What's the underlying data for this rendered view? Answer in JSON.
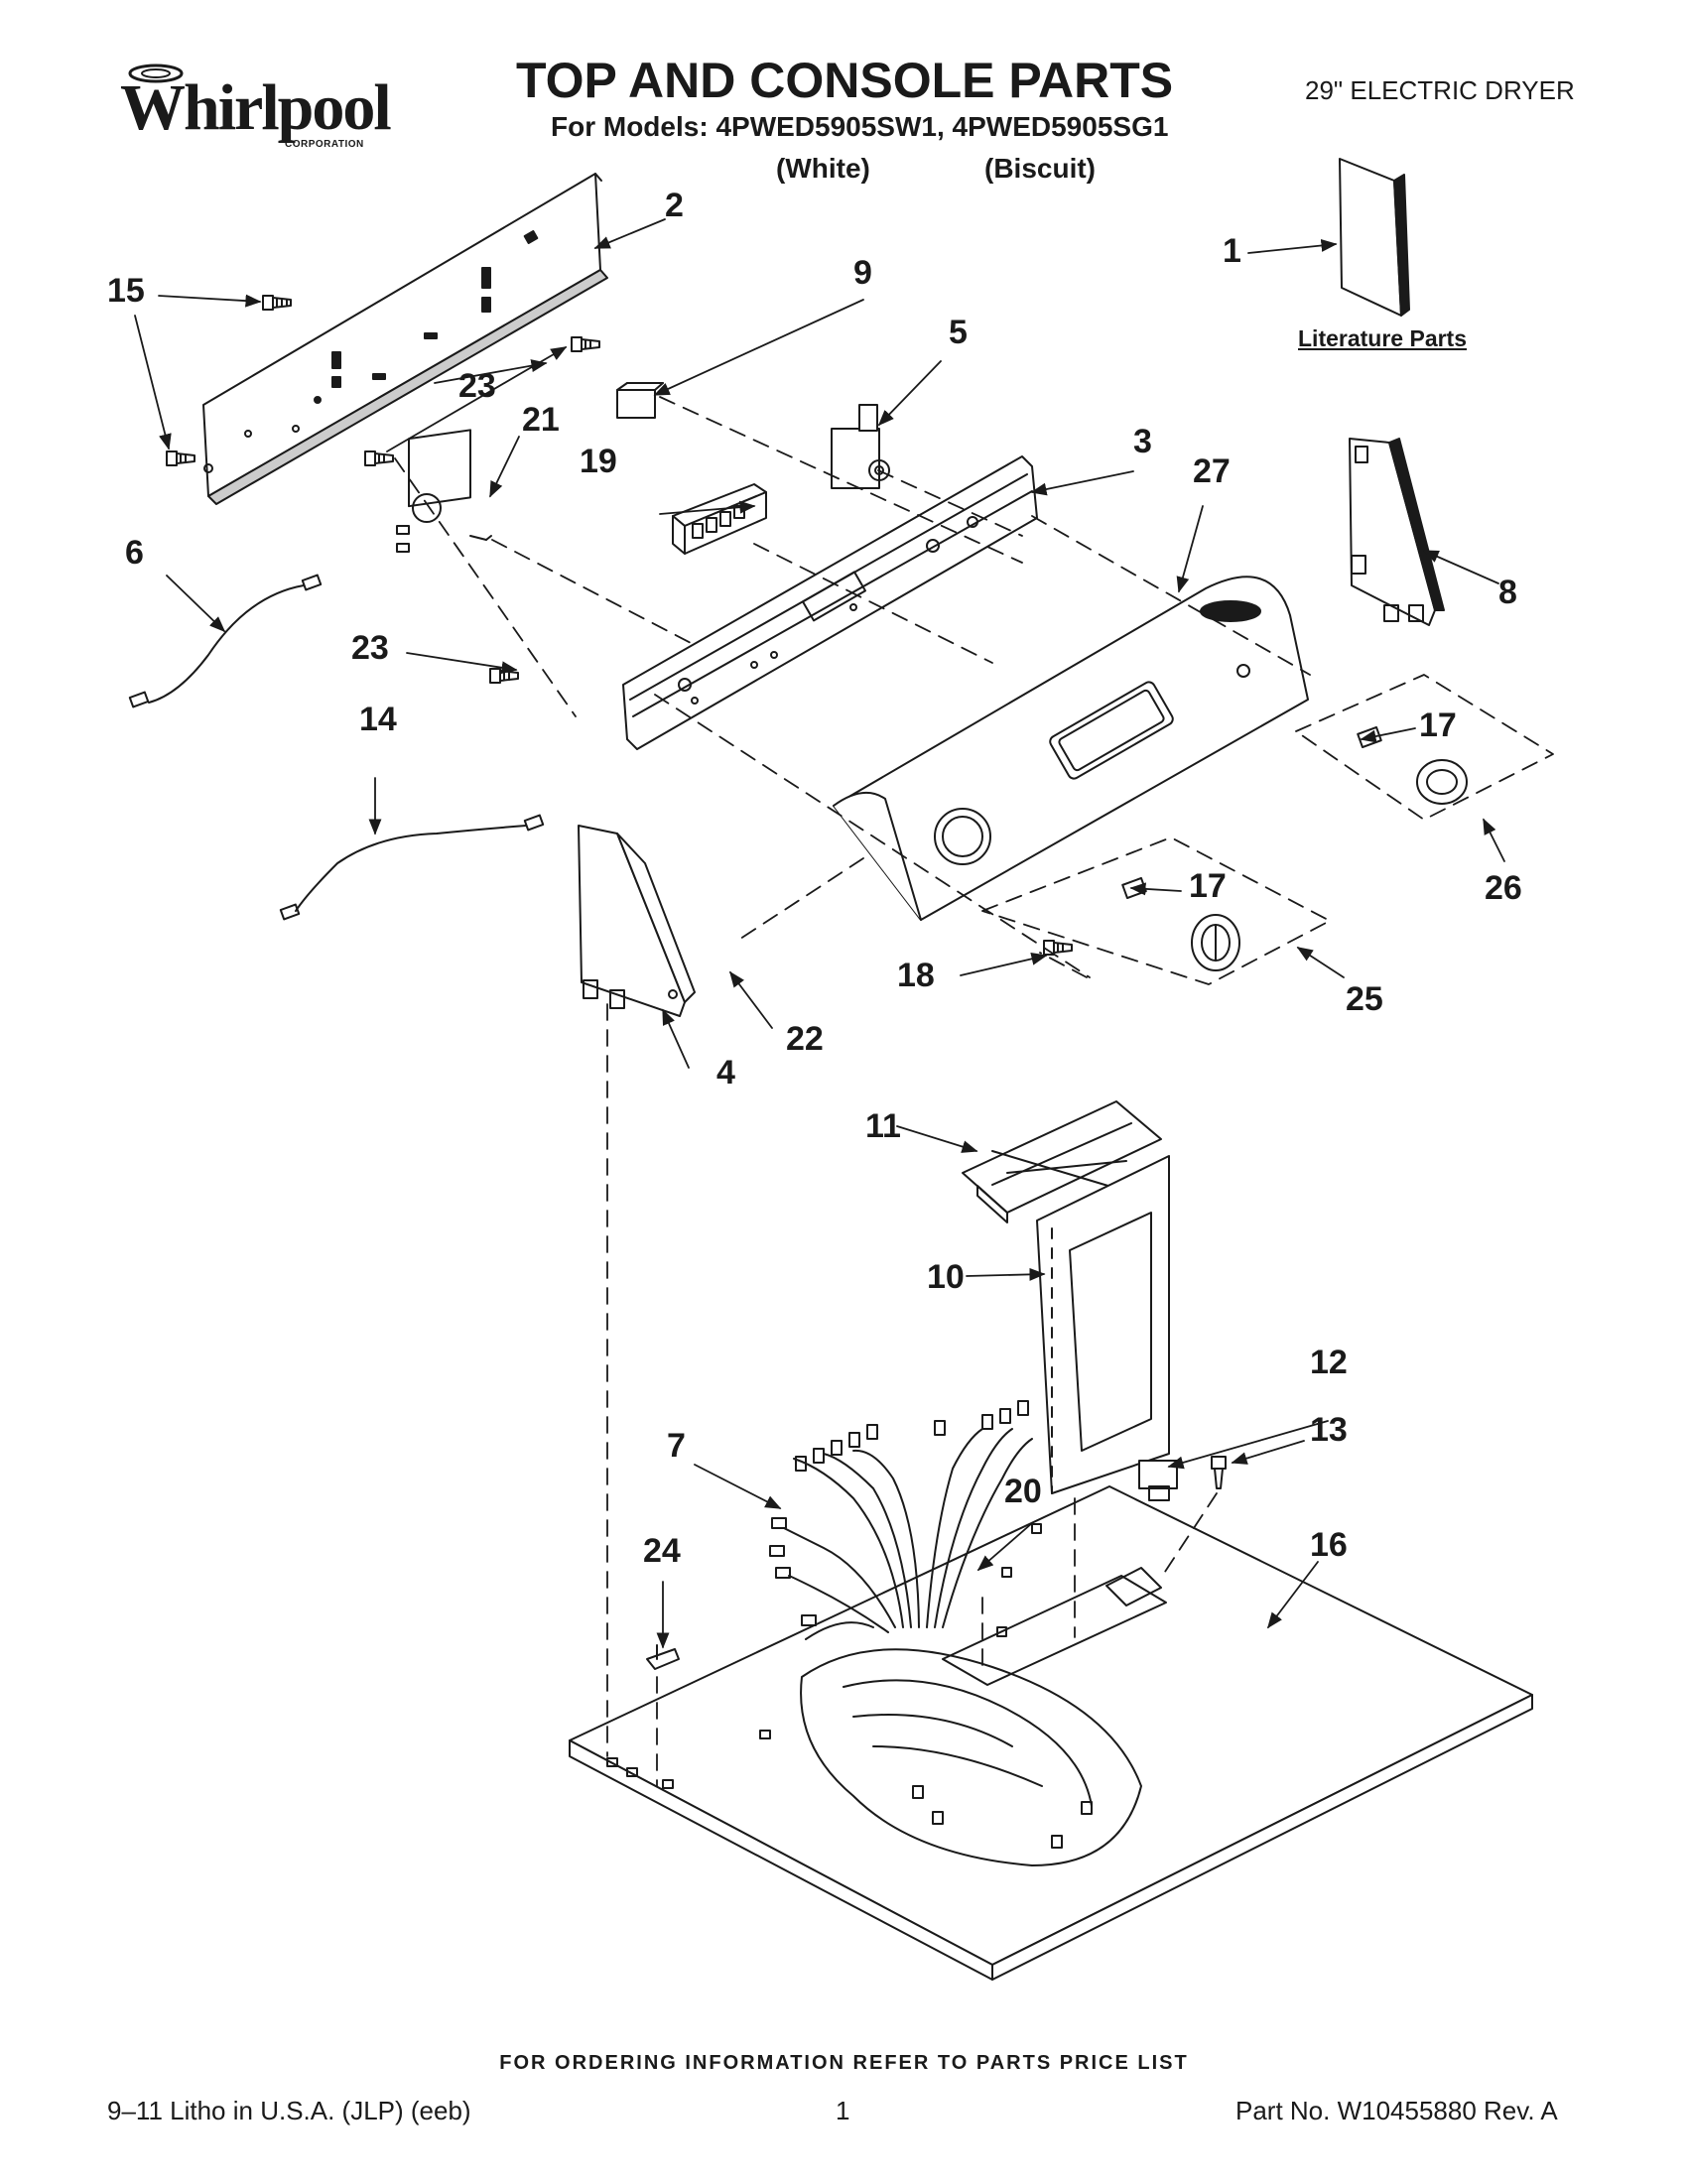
{
  "header": {
    "brand": "Whirlpool",
    "brand_sub": "CORPORATION",
    "title": "TOP AND CONSOLE PARTS",
    "subtitle": "For Models: 4PWED5905SW1, 4PWED5905SG1",
    "variants": [
      "(White)",
      "(Biscuit)"
    ],
    "product": "29\" ELECTRIC DRYER"
  },
  "literature_label": "Literature Parts",
  "callouts": [
    "1",
    "2",
    "3",
    "4",
    "5",
    "6",
    "7",
    "8",
    "9",
    "10",
    "11",
    "12",
    "13",
    "14",
    "15",
    "16",
    "17",
    "17",
    "18",
    "19",
    "20",
    "21",
    "22",
    "23",
    "23",
    "24",
    "25",
    "26",
    "27"
  ],
  "footer": {
    "ordering_note": "FOR ORDERING INFORMATION REFER TO PARTS PRICE LIST",
    "litho": "9–11 Litho in U.S.A. (JLP) (eeb)",
    "page": "1",
    "part_no": "Part No. W10455880 Rev. A"
  },
  "colors": {
    "ink": "#1a1a1a",
    "paper": "#ffffff"
  }
}
